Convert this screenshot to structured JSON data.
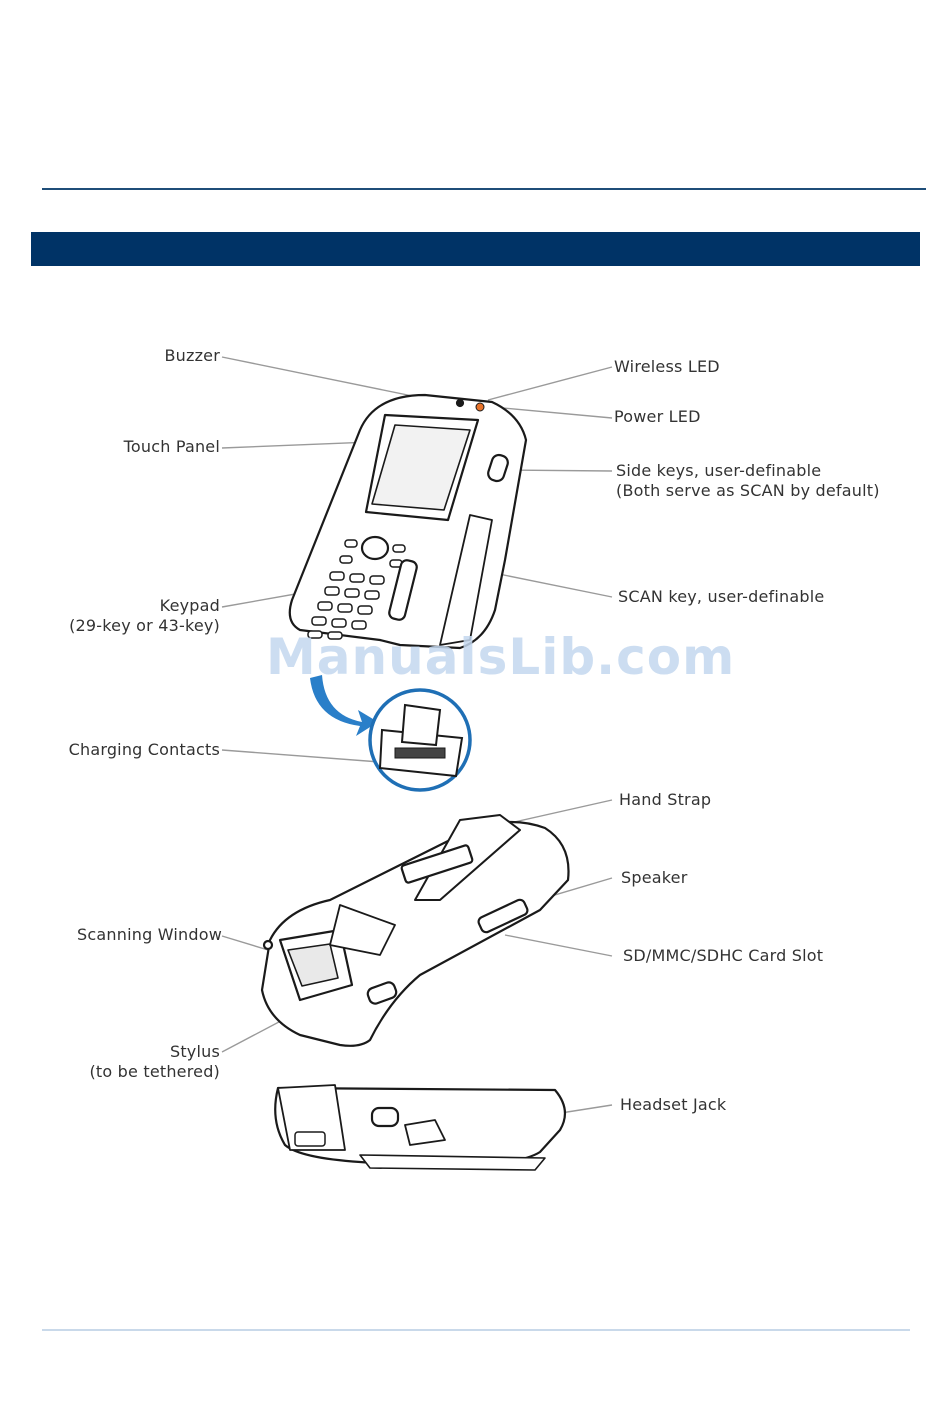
{
  "labels": {
    "buzzer": "Buzzer",
    "touch_panel": "Touch Panel",
    "keypad_line1": "Keypad",
    "keypad_line2": "(29-key or 43-key)",
    "wireless_led": "Wireless LED",
    "power_led": "Power LED",
    "side_keys_line1": "Side keys, user-definable",
    "side_keys_line2": "(Both serve as SCAN by default)",
    "scan_key": "SCAN key, user-definable",
    "charging_contacts": "Charging Contacts",
    "hand_strap": "Hand Strap",
    "speaker": "Speaker",
    "scanning_window": "Scanning Window",
    "sd_slot": "SD/MMC/SDHC Card Slot",
    "stylus_line1": "Stylus",
    "stylus_line2": "(to be tethered)",
    "headset_jack": "Headset Jack"
  },
  "watermark": "ManualsLib.com",
  "colors": {
    "section_bar": "#003366",
    "top_rule": "#1f4e79",
    "arrow": "#2a7fc9",
    "zoom_ring": "#1f6fb5"
  }
}
